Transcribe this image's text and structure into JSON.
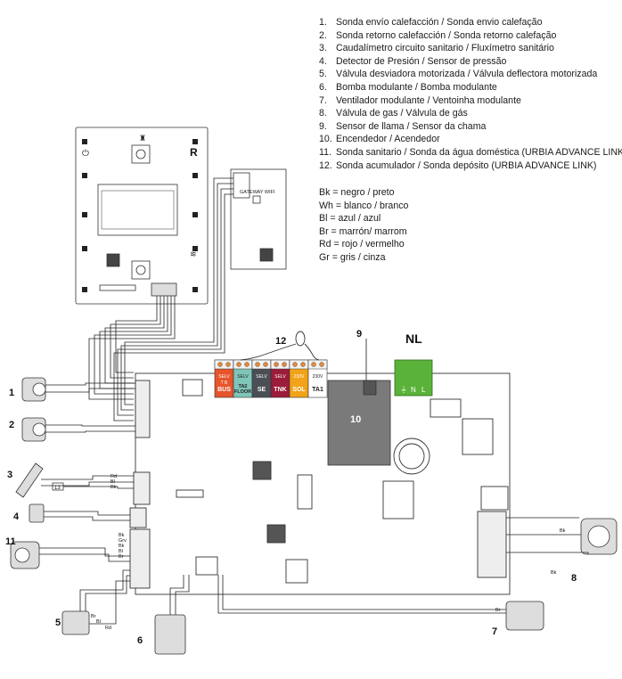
{
  "legend": [
    {
      "num": "1.",
      "text": "Sonda envío calefacción / Sonda envio calefação"
    },
    {
      "num": "2.",
      "text": "Sonda retorno calefacción / Sonda retorno calefação"
    },
    {
      "num": "3.",
      "text": "Caudalímetro circuito sanitario / Fluxímetro sanitário"
    },
    {
      "num": "4.",
      "text": "Detector de Presión / Sensor de pressão"
    },
    {
      "num": "5.",
      "text": "Válvula desviadora motorizada / Válvula deflectora motorizada"
    },
    {
      "num": "6.",
      "text": "Bomba modulante / Bomba modulante"
    },
    {
      "num": "7.",
      "text": "Ventilador modulante / Ventoinha modulante"
    },
    {
      "num": "8.",
      "text": "Válvula de gas / Válvula de gás"
    },
    {
      "num": "9.",
      "text": "Sensor de llama / Sensor da chama"
    },
    {
      "num": "10.",
      "text": "Encendedor / Acendedor"
    },
    {
      "num": "11.",
      "text": "Sonda sanitario / Sonda da água doméstica (URBIA ADVANCE LINK)"
    },
    {
      "num": "12.",
      "text": "Sonda acumulador / Sonda depósito (URBIA ADVANCE LINK)"
    }
  ],
  "color_codes": [
    "Bk = negro / preto",
    "Wh = blanco / branco",
    "Bl = azul / azul",
    "Br = marrón/ marrom",
    "Rd = rojo / vermelho",
    "Gr = gris / cinza"
  ],
  "diagram": {
    "panel_letter": "R",
    "gateway_label": "GATEWAY WIFI",
    "mains_label": "NL",
    "mains_terminals": [
      "⏚",
      "N",
      "L"
    ],
    "igniter_number": "10",
    "terminals": [
      {
        "voltage": "SELV",
        "pins": "T  B",
        "name": "BUS",
        "color": "#e8542b"
      },
      {
        "voltage": "SELV",
        "pins": "",
        "name": "TA2 FLOOR",
        "color": "#7fc5b9"
      },
      {
        "voltage": "SELV",
        "pins": "",
        "name": "SE",
        "color": "#4a4f55"
      },
      {
        "voltage": "SELV",
        "pins": "",
        "name": "TNK",
        "color": "#9b1c3b"
      },
      {
        "voltage": "230V",
        "pins": "",
        "name": "SOL",
        "color": "#f2a31a"
      },
      {
        "voltage": "230V",
        "pins": "",
        "name": "TA1",
        "color": "#ffffff"
      }
    ],
    "component_numbers": [
      "1",
      "2",
      "3",
      "4",
      "11",
      "5",
      "6",
      "7",
      "8",
      "9",
      "12"
    ],
    "wire_codes": {
      "pressure": [
        "Bk",
        "Grv",
        "Bk",
        "Bl",
        "Br"
      ],
      "valve": [
        "Br",
        "Bl",
        "Rd"
      ],
      "gas": [
        "Bk",
        "Bk"
      ],
      "hall": [
        "Rd",
        "Bl",
        "Bk"
      ],
      "fan": "Br"
    },
    "probe_tag": "13"
  },
  "colors": {
    "line": "#1a1a1a",
    "ignition_box": "#7a7a7a",
    "mains_block": "#5bb23a"
  }
}
